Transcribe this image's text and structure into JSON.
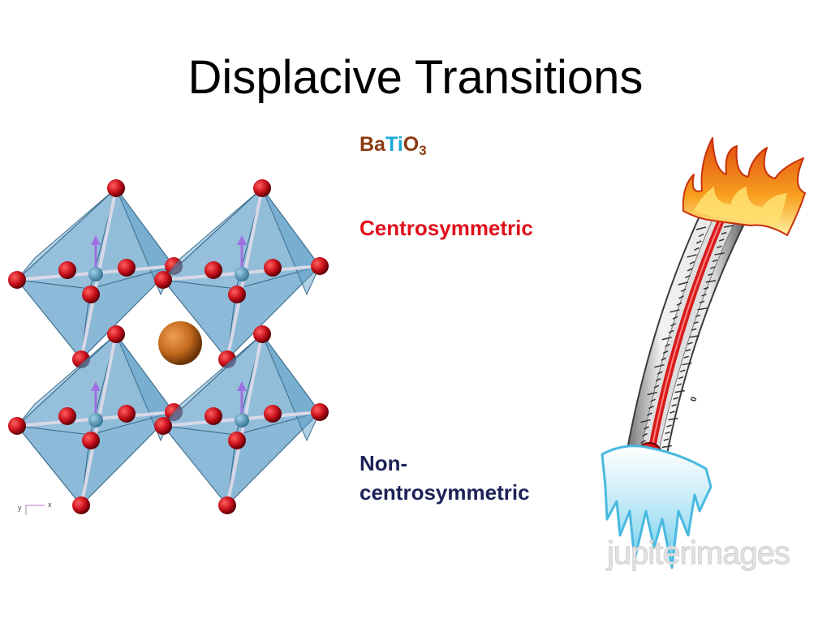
{
  "slide": {
    "title": "Displacive Transitions",
    "formula": {
      "ba": "Ba",
      "ti": "Ti",
      "o": "O",
      "subscript": "3"
    },
    "centrosymmetric_label": "Centrosymmetric",
    "non_centrosymmetric_label": {
      "line1": "Non-",
      "line2": "centrosymmetric"
    },
    "axis_labels": {
      "x": "x",
      "y": "y"
    },
    "watermark": "jupiterimages",
    "colors": {
      "titleText": "#000000",
      "baColor": "#8a3a10",
      "tiColor": "#1aa8d8",
      "centroColor": "#e0101a",
      "nonCentroColor": "#1c2257",
      "octahedronFill": "#5f9fc8",
      "oxygenAtom": "#c8101a",
      "bariumAtom": "#c46a1e",
      "titaniumAtom": "#4b8fb0",
      "displacementArrow": "#a070e0",
      "flame": "#f08a10",
      "ice": "#7ed0ec",
      "mercury": "#d81a1a"
    },
    "icons": [
      "batio3-crystal-structure-image",
      "thermometer-fire-ice-image"
    ]
  }
}
